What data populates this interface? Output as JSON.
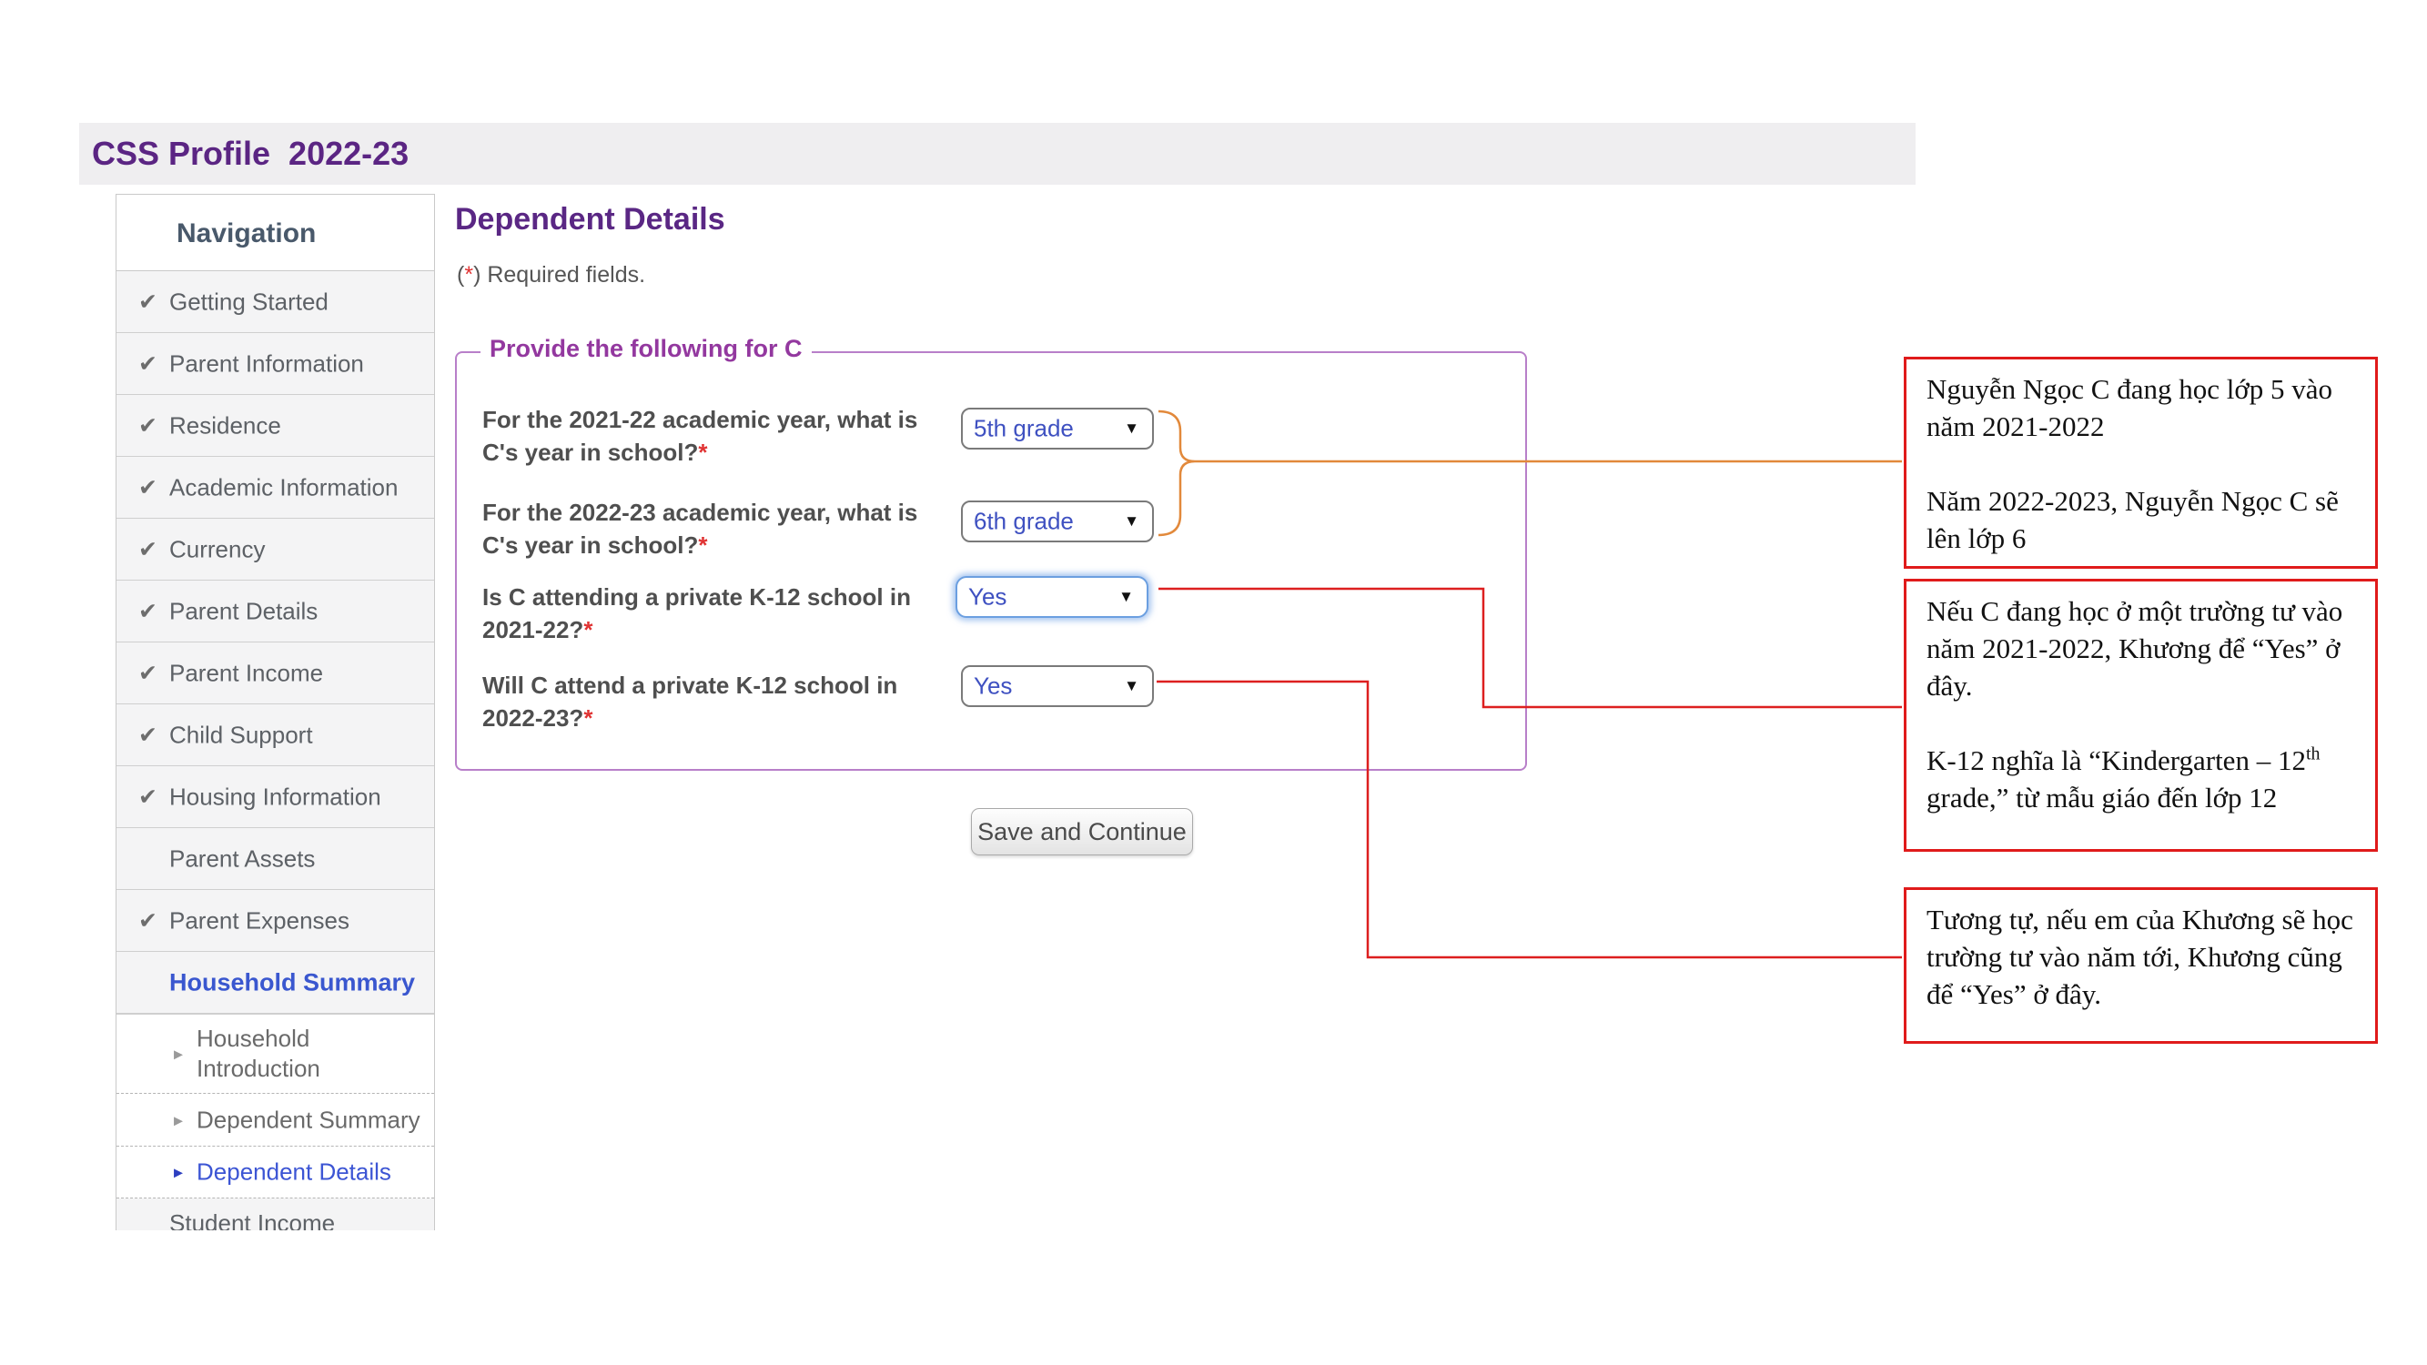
{
  "header": {
    "title": "CSS Profile  2022-23"
  },
  "icons": {
    "check": "✔",
    "arrow": "▸",
    "active_arrow": "▸",
    "dropdown_caret": "▼"
  },
  "sidebar": {
    "title": "Navigation",
    "items": [
      {
        "label": "Getting Started",
        "checked": true
      },
      {
        "label": "Parent Information",
        "checked": true
      },
      {
        "label": "Residence",
        "checked": true
      },
      {
        "label": "Academic Information",
        "checked": true
      },
      {
        "label": "Currency",
        "checked": true
      },
      {
        "label": "Parent Details",
        "checked": true
      },
      {
        "label": "Parent Income",
        "checked": true
      },
      {
        "label": "Child Support",
        "checked": true
      },
      {
        "label": "Housing Information",
        "checked": true
      },
      {
        "label": "Parent Assets",
        "checked": false
      },
      {
        "label": "Parent Expenses",
        "checked": true
      },
      {
        "label": "Household Summary",
        "checked": false,
        "style": "summary"
      },
      {
        "label": "Household Introduction",
        "type": "sub"
      },
      {
        "label": "Dependent Summary",
        "type": "sub"
      },
      {
        "label": "Dependent Details",
        "type": "sub",
        "active": true
      },
      {
        "label": "Student Income",
        "type": "cutoff"
      }
    ]
  },
  "main": {
    "title": "Dependent Details",
    "required_note_pre": "(",
    "required_star": "*",
    "required_note_post": ") Required fields.",
    "legend": "Provide the following for C",
    "questions": [
      {
        "label": "For the 2021-22 academic year, what is C's year in school?",
        "star": "*",
        "value": "5th grade"
      },
      {
        "label": "For the 2022-23 academic year, what is C's year in school?",
        "star": "*",
        "value": "6th grade"
      },
      {
        "label": "Is C attending a private K-12 school in 2021-22?",
        "star": "*",
        "value": "Yes"
      },
      {
        "label": "Will C attend a private K-12 school in 2022-23?",
        "star": "*",
        "value": "Yes"
      }
    ],
    "save_button": "Save and Continue"
  },
  "annotations": {
    "box1": {
      "p1": "Nguyễn Ngọc C đang học lớp 5 vào năm 2021-2022",
      "p2": "Năm 2022-2023, Nguyễn Ngọc C sẽ lên lớp 6"
    },
    "box2": {
      "p1": "Nếu C đang học ở một trường tư vào năm 2021-2022, Khương để “Yes” ở đây.",
      "p2_pre": "K-12 nghĩa là “Kindergarten – 12",
      "p2_sup": "th",
      "p2_post": " grade,” từ mẫu giáo đến lớp 12"
    },
    "box3": {
      "p1": "Tương tự, nếu em của Khương sẽ học trường tư vào năm tới, Khương cũng để “Yes” ở đây."
    }
  },
  "colors": {
    "accent_purple": "#5b2583",
    "legend_purple": "#93389f",
    "fieldset_border": "#b87fc9",
    "link_blue": "#3c55d4",
    "annotation_red": "#e01b1b",
    "connector_orange": "#e2893b",
    "required_red": "#e03333"
  }
}
